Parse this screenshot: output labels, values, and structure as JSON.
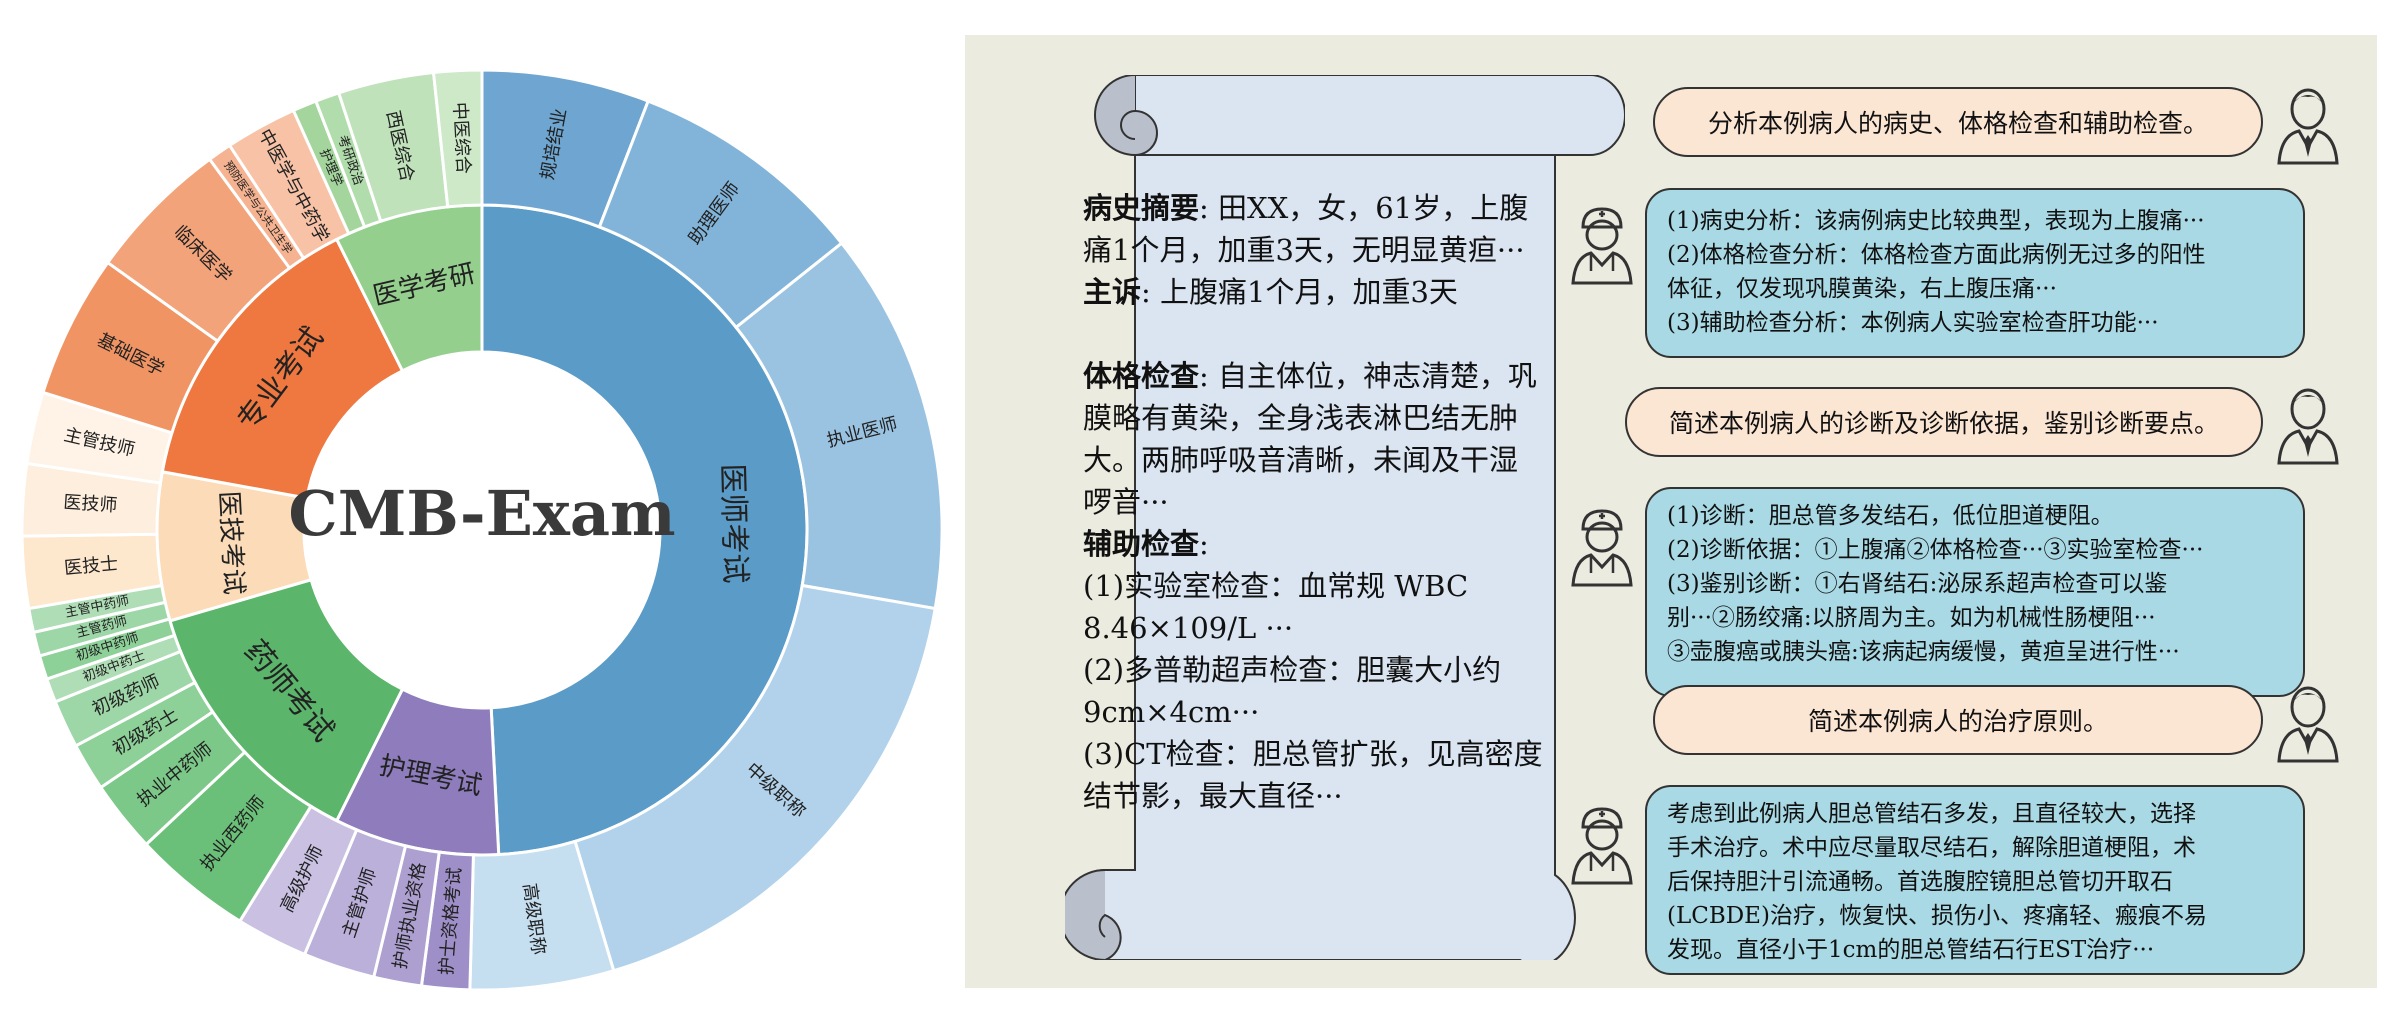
{
  "sunburst": {
    "center_title": "CMB-Exam",
    "colors": {
      "blue": "#5a9bc8",
      "orange": "#ee7840",
      "green": "#5bb56a",
      "peach": "#fcdcb8",
      "purple": "#8e7cbc",
      "lightgreen": "#95cf8e"
    },
    "inner": [
      {
        "label": "医师考试",
        "value": 60,
        "color": "#5a9bc8"
      },
      {
        "label": "护理考试",
        "value": 10,
        "color": "#8e7cbc"
      },
      {
        "label": "药师考试",
        "value": 16,
        "color": "#5bb56a"
      },
      {
        "label": "医技考试",
        "value": 9,
        "color": "#fcdcb8"
      },
      {
        "label": "专业考试",
        "value": 18,
        "color": "#ee7840"
      },
      {
        "label": "医学考研",
        "value": 9,
        "color": "#95cf8e"
      }
    ],
    "outer": [
      {
        "label": "规培结业",
        "value": 7,
        "color": "#6ea6d1"
      },
      {
        "label": "助理医师",
        "value": 10,
        "color": "#82b4da"
      },
      {
        "label": "执业医师",
        "value": 16,
        "color": "#9ac3e2"
      },
      {
        "label": "中级职称",
        "value": 21,
        "color": "#b1d2ea"
      },
      {
        "label": "高级职称",
        "value": 6,
        "color": "#c5def0"
      },
      {
        "label": "护士资格考试",
        "value": 2,
        "color": "#9f8fc8"
      },
      {
        "label": "护师执业资格",
        "value": 2,
        "color": "#ada0d1"
      },
      {
        "label": "主管护师",
        "value": 3,
        "color": "#bbb0da"
      },
      {
        "label": "高级护师",
        "value": 3,
        "color": "#c9c0e2"
      },
      {
        "label": "执业西药师",
        "value": 5,
        "color": "#6bc079"
      },
      {
        "label": "执业中药师",
        "value": 3,
        "color": "#7cc888"
      },
      {
        "label": "初级药士",
        "value": 2,
        "color": "#8dd098"
      },
      {
        "label": "初级药师",
        "value": 2,
        "color": "#9ed7a7"
      },
      {
        "label": "初级中药士",
        "value": 1,
        "color": "#afdeb6"
      },
      {
        "label": "初级中药师",
        "value": 1,
        "color": "#8dd098"
      },
      {
        "label": "主管药师",
        "value": 1,
        "color": "#9ed7a7"
      },
      {
        "label": "主管中药师",
        "value": 1,
        "color": "#afdeb6"
      },
      {
        "label": "医技士",
        "value": 3,
        "color": "#fde7cd"
      },
      {
        "label": "医技师",
        "value": 3,
        "color": "#feeedd"
      },
      {
        "label": "主管技师",
        "value": 3,
        "color": "#fef3e6"
      },
      {
        "label": "基础医学",
        "value": 6,
        "color": "#f19464"
      },
      {
        "label": "临床医学",
        "value": 6,
        "color": "#f3a37a"
      },
      {
        "label": "预防医学与公共卫生学",
        "value": 1,
        "color": "#f5b391"
      },
      {
        "label": "中医学与中药学",
        "value": 3,
        "color": "#f7c2a6"
      },
      {
        "label": "护理学",
        "value": 1,
        "color": "#a3d59c"
      },
      {
        "label": "考研政治",
        "value": 1,
        "color": "#b1dcab"
      },
      {
        "label": "西医综合",
        "value": 4,
        "color": "#bfe2ba"
      },
      {
        "label": "中医综合",
        "value": 2,
        "color": "#cde9c8"
      }
    ]
  },
  "case": {
    "history_title": "病史摘要",
    "history_text": ": 田XX，女，61岁，上腹痛1个月，加重3天，无明显黄疸···",
    "complaint_title": "主诉",
    "complaint_text": ": 上腹痛1个月，加重3天",
    "exam_title": "体格检查",
    "exam_text": ": 自主体位，神志清楚，巩膜略有黄染，全身浅表淋巴结无肿大。两肺呼吸音清晰，未闻及干湿啰音···",
    "aux_title": "辅助检查",
    "aux_text": ":",
    "aux_1": "(1)实验室检查：血常规 WBC 8.46×109/L ···",
    "aux_2": "(2)多普勒超声检查：胆囊大小约9cm×4cm···",
    "aux_3": "(3)CT检查：胆总管扩张，见高密度结节影，最大直径···"
  },
  "dialog": [
    {
      "question": "分析本例病人的病史、体格检查和辅助检查。",
      "answer": [
        "(1)病史分析：该病例病史比较典型，表现为上腹痛···",
        "(2)体格检查分析：体格检查方面此病例无过多的阳性",
        "体征，仅发现巩膜黄染，右上腹压痛···",
        "(3)辅助检查分析：本例病人实验室检查肝功能···"
      ]
    },
    {
      "question": "简述本例病人的诊断及诊断依据，鉴别诊断要点。",
      "answer": [
        "(1)诊断：胆总管多发结石，低位胆道梗阻。",
        "(2)诊断依据：①上腹痛②体格检查···③实验室检查···",
        "(3)鉴别诊断：①右肾结石:泌尿系超声检查可以鉴",
        "别···②肠绞痛:以脐周为主。如为机械性肠梗阻···",
        "③壶腹癌或胰头癌:该病起病缓慢，黄疸呈进行性···"
      ]
    },
    {
      "question": "简述本例病人的治疗原则。",
      "answer": [
        "考虑到此例病人胆总管结石多发，且直径较大，选择",
        "手术治疗。术中应尽量取尽结石，解除胆道梗阻，术",
        "后保持胆汁引流通畅。首选腹腔镜胆总管切开取石",
        "(LCBDE)治疗，恢复快、损伤小、疼痛轻、瘢痕不易",
        "发现。直径小于1cm的胆总管结石行EST治疗···"
      ]
    }
  ]
}
